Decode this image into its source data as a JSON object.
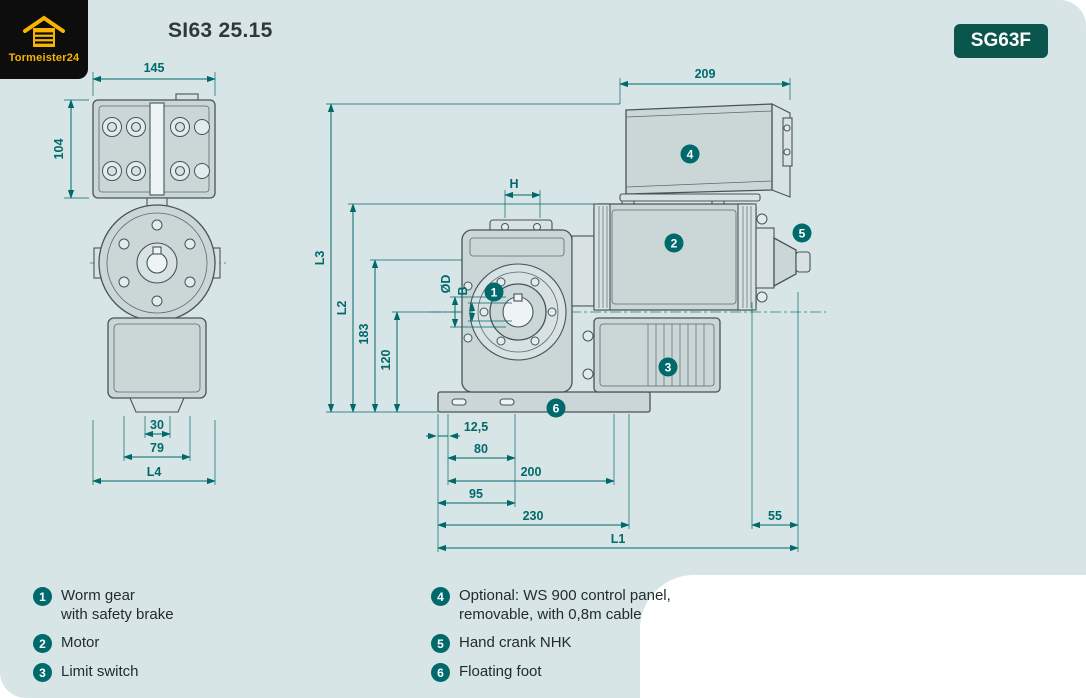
{
  "header": {
    "logo": "Tormeister24",
    "title": "SI63 25.15",
    "model_badge": "SG63F"
  },
  "colors": {
    "accent": "#00696b",
    "sheet_bg": "#d8e5e6",
    "badge_bg": "#0a564d",
    "logo_yellow": "#f7b500",
    "drawing_line": "#46545a"
  },
  "dims": {
    "d145": "145",
    "d104": "104",
    "d30": "30",
    "d79": "79",
    "l4": "L4",
    "d209": "209",
    "h": "H",
    "l3": "L3",
    "l2": "L2",
    "d183": "183",
    "d120": "120",
    "od": "ØD",
    "b": "B",
    "d12_5": "12,5",
    "d80": "80",
    "d200": "200",
    "d95": "95",
    "d230": "230",
    "d55": "55",
    "l1": "L1"
  },
  "callouts": {
    "c1": "1",
    "c2": "2",
    "c3": "3",
    "c4": "4",
    "c5": "5",
    "c6": "6"
  },
  "legend": [
    {
      "num": "1",
      "line1": "Worm gear",
      "line2": "with safety brake"
    },
    {
      "num": "2",
      "line1": "Motor",
      "line2": ""
    },
    {
      "num": "3",
      "line1": "Limit switch",
      "line2": ""
    },
    {
      "num": "4",
      "line1": "Optional: WS 900 control panel,",
      "line2": "removable, with 0,8m cable"
    },
    {
      "num": "5",
      "line1": "Hand crank NHK",
      "line2": ""
    },
    {
      "num": "6",
      "line1": "Floating foot",
      "line2": ""
    }
  ]
}
